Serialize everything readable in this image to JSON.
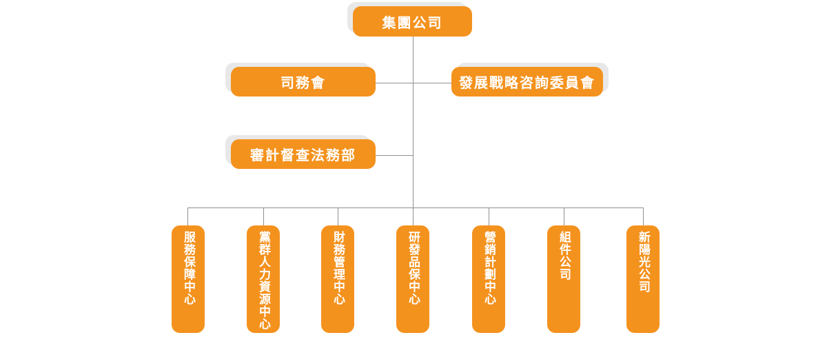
{
  "org": {
    "root": {
      "label": "集團公司"
    },
    "level2": [
      {
        "label": "司務會"
      },
      {
        "label": "發展戰略咨詢委員會"
      }
    ],
    "level3": [
      {
        "label": "審計督查法務部"
      }
    ],
    "departments": [
      {
        "label": "服務保障中心"
      },
      {
        "label": "黨群人力資源中心"
      },
      {
        "label": "財務管理中心"
      },
      {
        "label": "研發品保中心"
      },
      {
        "label": "營銷計劃中心"
      },
      {
        "label": "組件公司"
      },
      {
        "label": "新陽光公司"
      }
    ]
  },
  "colors": {
    "box-fill": "#F4921E",
    "shadow": "#E8E8E8",
    "line": "#909090",
    "text": "#FFFFFF"
  }
}
